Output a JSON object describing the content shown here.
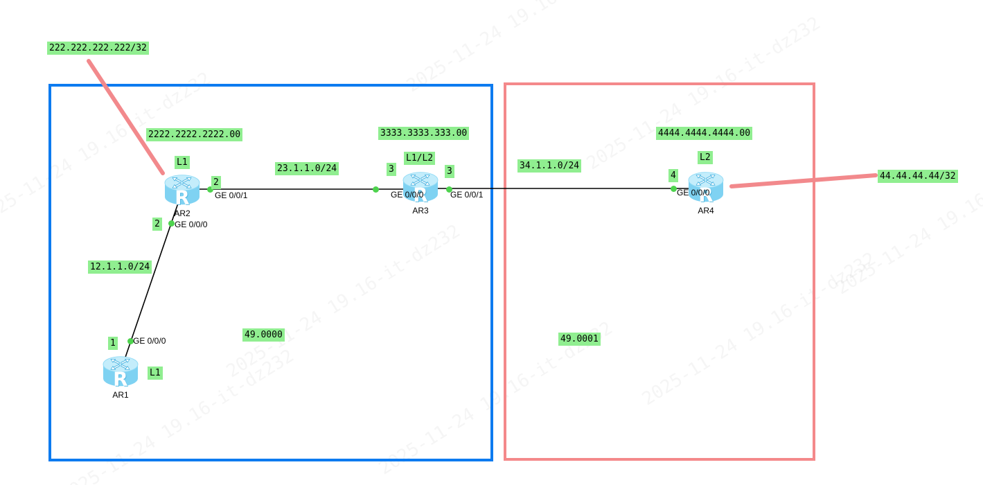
{
  "watermark": {
    "text": "2025-11-24 19.16-it-dz232"
  },
  "colors": {
    "label_bg": "#90ee90",
    "dot_green": "#4ed34e",
    "area_left_border": "#0d7bf0",
    "area_right_border": "#f4898b",
    "pointer_line": "#f2898c",
    "link_line": "#000000"
  },
  "areas": {
    "left": {
      "id": "49.0000"
    },
    "right": {
      "id": "49.0001"
    }
  },
  "routers": {
    "ar1": {
      "name": "AR1",
      "level": "L1",
      "if1": "GE 0/0/0",
      "if1_metric": "1"
    },
    "ar2": {
      "name": "AR2",
      "level": "L1",
      "system_id": "2222.2222.2222.00",
      "loopback": "222.222.222.222/32",
      "if1": "GE 0/0/1",
      "if1_metric": "2",
      "if2": "GE 0/0/0",
      "if2_metric": "2"
    },
    "ar3": {
      "name": "AR3",
      "level": "L1/L2",
      "system_id": "3333.3333.333.00",
      "if1": "GE 0/0/0",
      "if1_metric": "3",
      "if2": "GE 0/0/1",
      "if2_metric": "3"
    },
    "ar4": {
      "name": "AR4",
      "level": "L2",
      "system_id": "4444.4444.4444.00",
      "loopback": "44.44.44.44/32",
      "if1": "GE 0/0/0",
      "if1_metric": "4"
    }
  },
  "links": {
    "ar1_ar2": {
      "subnet": "12.1.1.0/24"
    },
    "ar2_ar3": {
      "subnet": "23.1.1.0/24"
    },
    "ar3_ar4": {
      "subnet": "34.1.1.0/24"
    }
  }
}
